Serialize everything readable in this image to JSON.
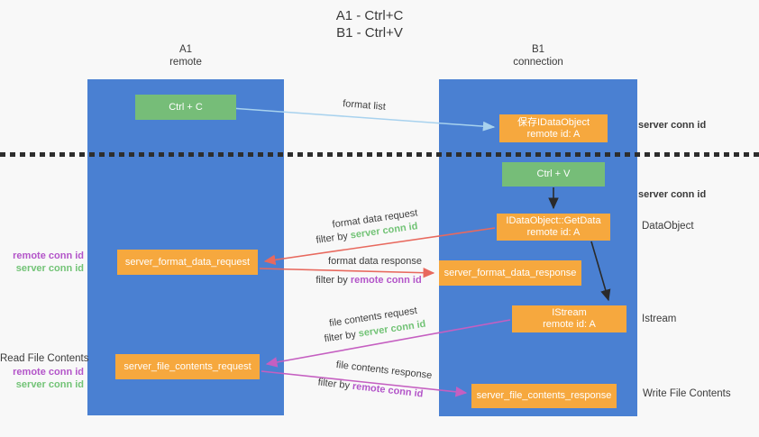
{
  "title": {
    "line1": "A1 - Ctrl+C",
    "line2": "B1 - Ctrl+V"
  },
  "lanes": {
    "left": {
      "name": "A1",
      "role": "remote"
    },
    "right": {
      "name": "B1",
      "role": "connection"
    }
  },
  "nodes": {
    "ctrl_c": {
      "label": "Ctrl + C"
    },
    "save_idataobject": {
      "line1": "保存IDataObject",
      "line2": "remote id: A"
    },
    "ctrl_v": {
      "label": "Ctrl + V"
    },
    "idataobject_getdata": {
      "line1": "IDataObject::GetData",
      "line2": "remote id: A"
    },
    "server_format_data_request": {
      "label": "server_format_data_request"
    },
    "server_format_data_response": {
      "label": "server_format_data_response"
    },
    "istream": {
      "line1": "IStream",
      "line2": "remote id: A"
    },
    "server_file_contents_request": {
      "label": "server_file_contents_request"
    },
    "server_file_contents_response": {
      "label": "server_file_contents_response"
    }
  },
  "edges": {
    "format_list": "format list",
    "format_data_request": "format data request",
    "format_data_response": "format data response",
    "file_contents_request": "file contents request",
    "file_contents_response": "file contents response",
    "filter_by": "filter by",
    "server_conn_id": "server conn id",
    "remote_conn_id": "remote conn id"
  },
  "side_labels": {
    "server_conn_id": "server conn id",
    "remote_conn_id": "remote conn id",
    "dataobject": "DataObject",
    "istream": "Istream",
    "read_file_contents": "Read File Contents",
    "write_file_contents": "Write File Contents"
  },
  "colors": {
    "lane_blue": "#4a80d2",
    "node_green": "#76bd78",
    "node_orange": "#f6a83e",
    "arrow_lightblue": "#a8d2ee",
    "arrow_salmon": "#e8695e",
    "arrow_magenta": "#c55fc1",
    "arrow_black": "#2a2a2a",
    "text_green": "#72c376",
    "text_purple": "#b355c9",
    "background": "#f8f8f8"
  }
}
